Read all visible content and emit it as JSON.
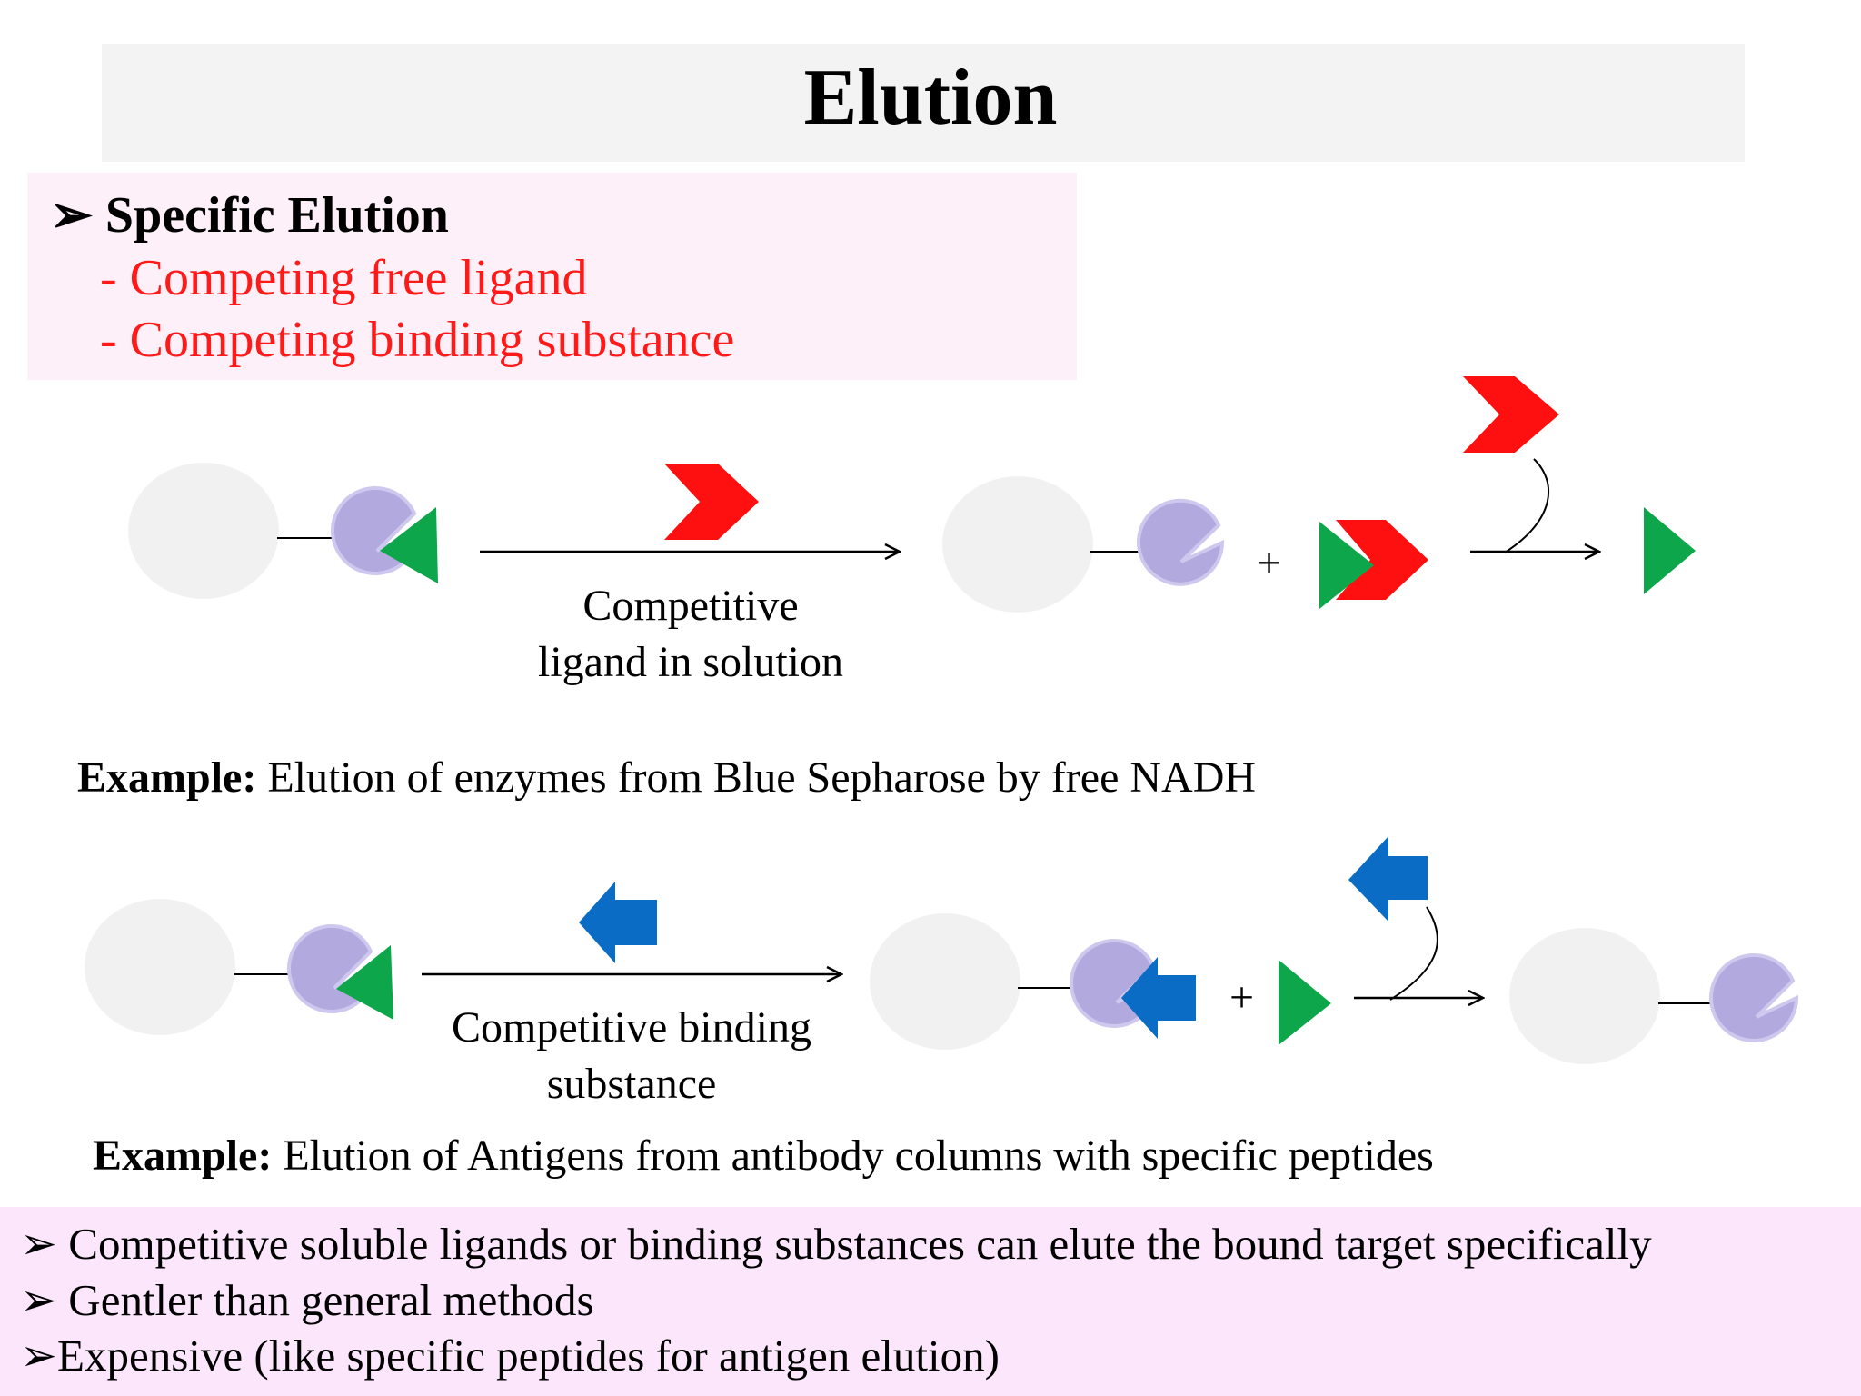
{
  "title": "Elution",
  "specific": {
    "marker": "➢",
    "heading": "Specific Elution",
    "items": [
      "- Competing free ligand",
      "- Competing binding substance"
    ]
  },
  "diagram1": {
    "caption_lines": [
      "Competitive",
      "ligand in solution"
    ],
    "plus": "+"
  },
  "example1": {
    "label": "Example:",
    "text": " Elution of enzymes from Blue Sepharose by free NADH"
  },
  "diagram2": {
    "caption_lines": [
      "Competitive binding",
      "substance"
    ],
    "plus": "+"
  },
  "example2": {
    "label": "Example:",
    "text": " Elution of Antigens from antibody columns with specific peptides"
  },
  "bullets": [
    "➢ Competitive soluble ligands or binding substances can elute the bound target specifically",
    "➢ Gentler than general methods",
    "➢Expensive (like specific peptides for antigen elution)"
  ],
  "colors": {
    "bead": "#f1f1f1",
    "enzyme": "#b2a9de",
    "enzyme_edge": "#cfc8ee",
    "ligand": "#0ea64a",
    "competitor": "#ff1010",
    "blue_competitor": "#0a6cc4"
  }
}
